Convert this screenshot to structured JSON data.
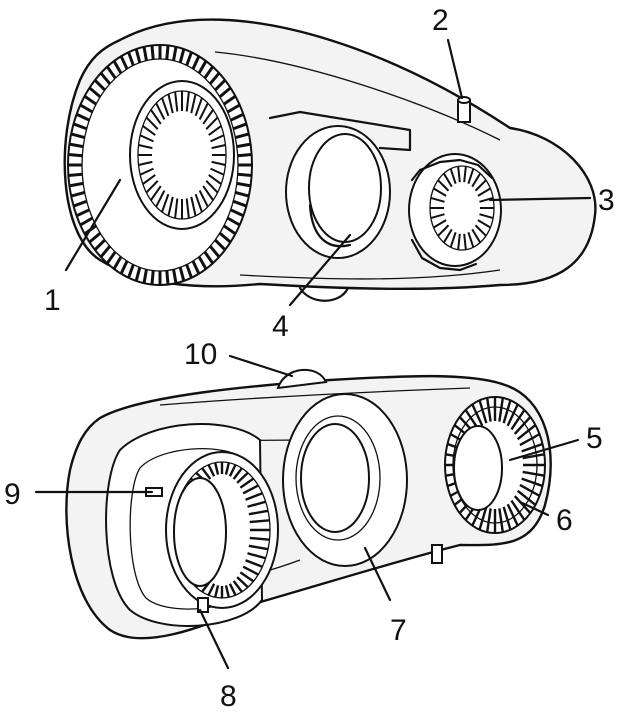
{
  "callouts": [
    {
      "id": "1",
      "label": "1"
    },
    {
      "id": "2",
      "label": "2"
    },
    {
      "id": "3",
      "label": "3"
    },
    {
      "id": "4",
      "label": "4"
    },
    {
      "id": "5",
      "label": "5"
    },
    {
      "id": "6",
      "label": "6"
    },
    {
      "id": "7",
      "label": "7"
    },
    {
      "id": "8",
      "label": "8"
    },
    {
      "id": "9",
      "label": "9"
    },
    {
      "id": "10",
      "label": "10"
    }
  ],
  "colors": {
    "line": "#111111",
    "fill": "#f3f3f3",
    "background": "#ffffff"
  }
}
